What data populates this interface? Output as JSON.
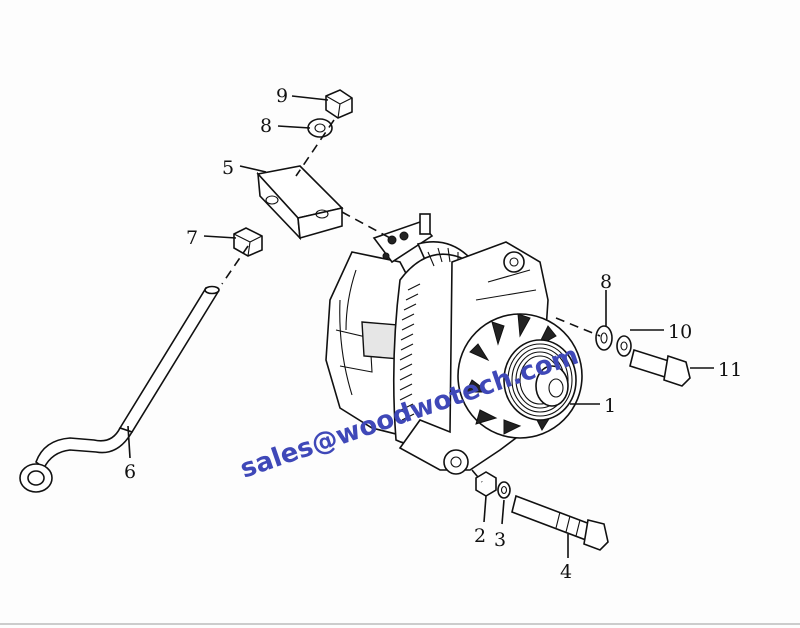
{
  "diagram": {
    "callouts": [
      {
        "id": "label-9",
        "text": "9"
      },
      {
        "id": "label-8-top",
        "text": "8"
      },
      {
        "id": "label-5",
        "text": "5"
      },
      {
        "id": "label-7",
        "text": "7"
      },
      {
        "id": "label-6",
        "text": "6"
      },
      {
        "id": "label-8-right",
        "text": "8"
      },
      {
        "id": "label-10",
        "text": "10"
      },
      {
        "id": "label-11",
        "text": "11"
      },
      {
        "id": "label-1",
        "text": "1"
      },
      {
        "id": "label-2",
        "text": "2"
      },
      {
        "id": "label-3",
        "text": "3"
      },
      {
        "id": "label-4",
        "text": "4"
      }
    ],
    "watermark": "sales@woodwotech.com",
    "colors": {
      "ink": "#111111",
      "watermark": "#3f48b8",
      "background": "#fdfdfd"
    }
  }
}
